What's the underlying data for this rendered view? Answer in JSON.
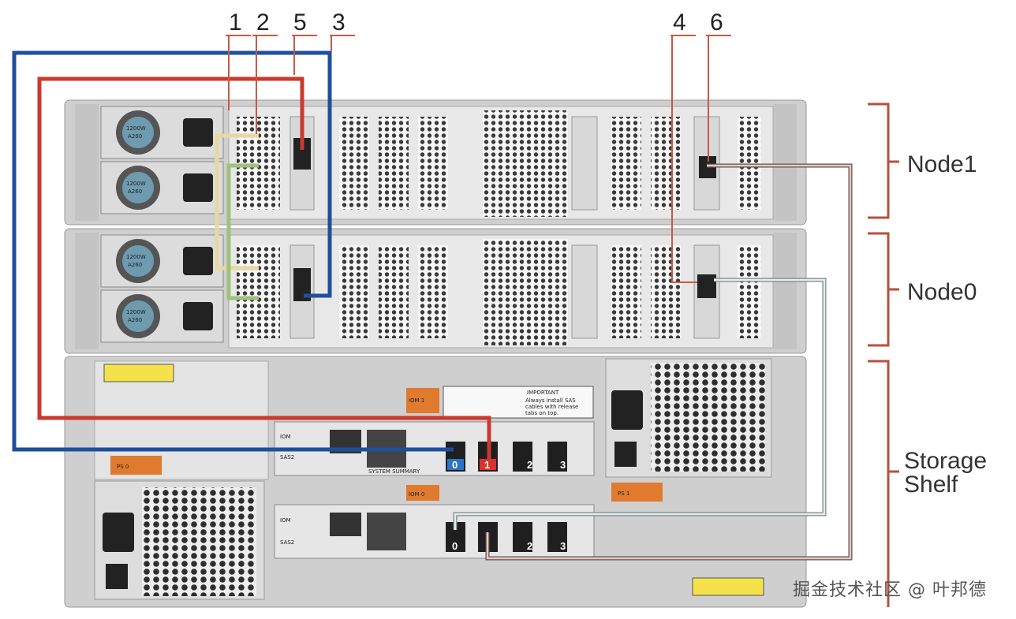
{
  "callouts": {
    "c1": "1",
    "c2": "2",
    "c5": "5",
    "c3": "3",
    "c4": "4",
    "c6": "6"
  },
  "sections": {
    "node1": "Node1",
    "node0": "Node0",
    "storage_line1": "Storage",
    "storage_line2": "Shelf"
  },
  "psu_label": "1200W",
  "psu_model": "A260",
  "iom1_label": "IOM 1",
  "iom0_label": "IOM 0",
  "iom_short": "IOM",
  "sas_label": "SAS2",
  "system_summary": "SYSTEM SUMMARY",
  "important_label": "IMPORTANT",
  "important_text_1": "Always install SAS",
  "important_text_2": "cables with release",
  "important_text_3": "tabs on top.",
  "ps0_label": "PS 0",
  "ps1_label": "PS 1",
  "port_labels": [
    "0",
    "1",
    "2",
    "3"
  ],
  "watermark": "掘金技术社区 @ 叶邦德",
  "colors": {
    "blue_cable": "#1f4e9c",
    "red_cable": "#c93a2e",
    "bracket": "#b5513d",
    "chassis": "#d6d6d6",
    "panel": "#eeeeee",
    "orange_tag": "#e07a2e",
    "port_blue": "#2a74c9",
    "port_red": "#d9322b"
  }
}
